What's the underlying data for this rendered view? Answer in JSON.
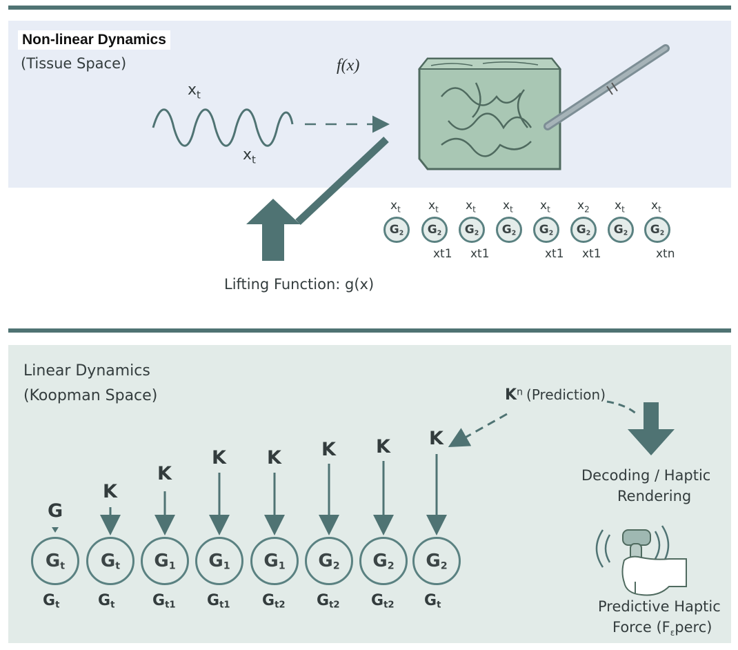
{
  "top": {
    "title": "Non-linear Dynamics",
    "subtitle": "(Tissue Space)",
    "fx_label": "f(x)",
    "wave_label_top": "x",
    "wave_label_top_sub": "t",
    "wave_label_bottom": "x",
    "wave_label_bottom_sub": "t",
    "lifting_label": "Lifting Function: g(x)",
    "nodes": [
      {
        "label": "G",
        "sub": "2",
        "top": "x",
        "top_sub": "t",
        "bottom": ""
      },
      {
        "label": "G",
        "sub": "2",
        "top": "x",
        "top_sub": "t",
        "bottom": "xt1"
      },
      {
        "label": "G",
        "sub": "2",
        "top": "x",
        "top_sub": "t",
        "bottom": "xt1"
      },
      {
        "label": "G",
        "sub": "2",
        "top": "x",
        "top_sub": "t",
        "bottom": ""
      },
      {
        "label": "G",
        "sub": "2",
        "top": "x",
        "top_sub": "t",
        "bottom": "xt1"
      },
      {
        "label": "G",
        "sub": "2",
        "top": "x",
        "top_sub": "2",
        "bottom": "xt1"
      },
      {
        "label": "G",
        "sub": "2",
        "top": "x",
        "top_sub": "t",
        "bottom": ""
      },
      {
        "label": "G",
        "sub": "2",
        "top": "x",
        "top_sub": "t",
        "bottom": "xtn"
      }
    ]
  },
  "bottom": {
    "title": "Linear Dynamics",
    "subtitle": "(Koopman Space)",
    "prediction_k": "K",
    "prediction_sup": "n",
    "prediction_text": "(Prediction)",
    "decoding_line1": "Decoding / Haptic",
    "decoding_line2": "Rendering",
    "force_line1": "Predictive Haptic",
    "force_line2_pre": "Force (F",
    "force_line2_sub": "ε",
    "force_line2_post": "perc)",
    "chain": [
      {
        "op": "G",
        "label": "G",
        "sub": "t",
        "bottom": "G",
        "bottom_sub": "t"
      },
      {
        "op": "K",
        "label": "G",
        "sub": "t",
        "bottom": "G",
        "bottom_sub": "t"
      },
      {
        "op": "K",
        "label": "G",
        "sub": "1",
        "bottom": "G",
        "bottom_sub": "t1"
      },
      {
        "op": "K",
        "label": "G",
        "sub": "1",
        "bottom": "G",
        "bottom_sub": "t1"
      },
      {
        "op": "K",
        "label": "G",
        "sub": "1",
        "bottom": "G",
        "bottom_sub": "t2"
      },
      {
        "op": "K",
        "label": "G",
        "sub": "2",
        "bottom": "G",
        "bottom_sub": "t2"
      },
      {
        "op": "K",
        "label": "G",
        "sub": "2",
        "bottom": "G",
        "bottom_sub": "t2"
      },
      {
        "op": "K",
        "label": "G",
        "sub": "2",
        "bottom": "G",
        "bottom_sub": "t"
      }
    ]
  },
  "colors": {
    "accent": "#4f7373",
    "top_bg": "#e8edf6",
    "bottom_bg": "#e2ebe8",
    "tissue": "#a9c7b4"
  }
}
